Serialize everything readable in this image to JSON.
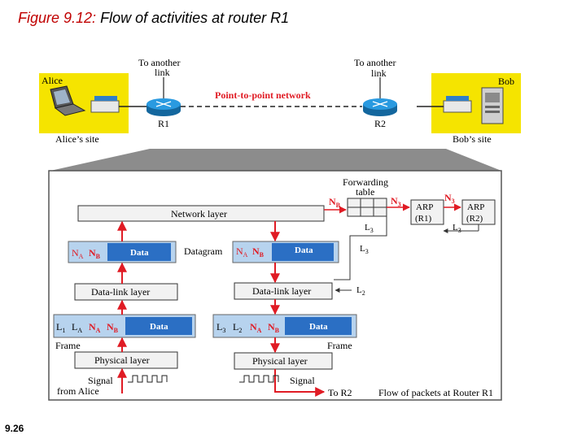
{
  "title": {
    "prefix": "Figure 9.12:",
    "text": "Flow of activities at router R1"
  },
  "slide_number": "9.26",
  "top": {
    "alice": "Alice",
    "alice_site": "Alice’s site",
    "bob": "Bob",
    "bob_site": "Bob’s site",
    "to_another_link_1a": "To another",
    "to_another_link_1b": "link",
    "to_another_link_2a": "To another",
    "to_another_link_2b": "link",
    "r1": "R1",
    "r2": "R2",
    "p2p": "Point-to-point network"
  },
  "lower": {
    "forwarding_table_a": "Forwarding",
    "forwarding_table_b": "table",
    "nb_ft": "N",
    "nb_ft_sub": "B",
    "n3_ft": "N",
    "n3_ft_sub": "3",
    "n3_right": "N",
    "n3_right_sub": "3",
    "arp1_a": "ARP",
    "arp1_b": "(R1)",
    "arp2_a": "ARP",
    "arp2_b": "(R2)",
    "l3_a": "L",
    "l3_b": "L",
    "l3_c": "L",
    "l3_sub": "3",
    "l2": "L",
    "l2_sub": "2",
    "network_layer": "Network layer",
    "datagram": "Datagram",
    "data": "Data",
    "na": "N",
    "na_sub": "A",
    "nb": "N",
    "nb_sub": "B",
    "dl_left": "Data-link layer",
    "dl_right": "Data-link layer",
    "frame_left": "Frame",
    "frame_right": "Frame",
    "l1": "L",
    "l1_sub": "1",
    "la": "L",
    "la_sub": "A",
    "fl3": "L",
    "fl3_sub": "3",
    "fl2": "L",
    "fl2_sub": "2",
    "ph_left": "Physical layer",
    "ph_right": "Physical layer",
    "signal_left_a": "Signal",
    "signal_left_b": "from Alice",
    "signal_right": "Signal",
    "to_r2": "To R2",
    "flow_caption": "Flow of packets at Router R1"
  },
  "colors": {
    "site_bg": "#f5e400",
    "packet_bg": "#b7d3ee",
    "data_bg": "#2b6fc4",
    "red": "#e01b24",
    "router": "#1f8ed6"
  }
}
